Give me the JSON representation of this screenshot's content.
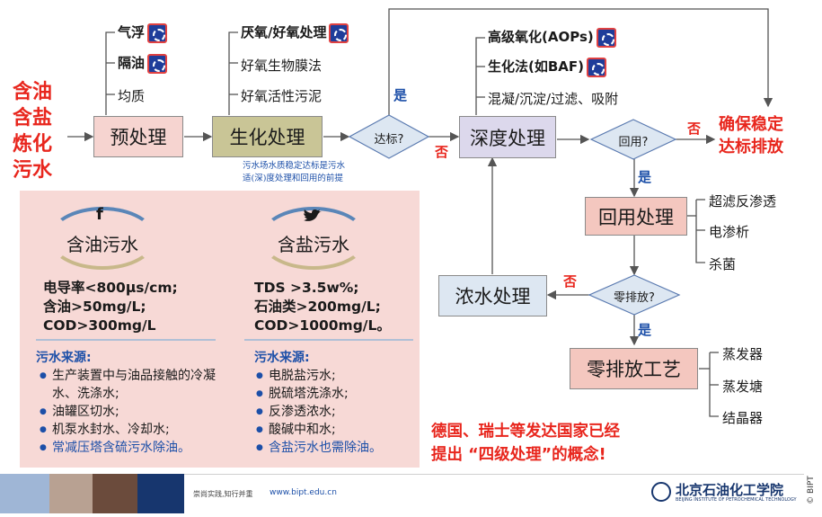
{
  "source": {
    "line1": "含油",
    "line2": "含盐",
    "line3": "炼化",
    "line4": "污水"
  },
  "boxes": {
    "pre": "预处理",
    "bio": "生化处理",
    "deep": "深度处理",
    "reuse": "回用处理",
    "conc": "浓水处理",
    "zero": "零排放工艺"
  },
  "diamonds": {
    "standard": "达标?",
    "reuse": "回用?",
    "zero": "零排放?"
  },
  "yes": "是",
  "no": "否",
  "target": {
    "line1": "确保稳定",
    "line2": "达标排放"
  },
  "pre_items": [
    "气浮",
    "隔油",
    "均质"
  ],
  "bio_items": [
    "厌氧/好氧处理",
    "好氧生物膜法",
    "好氧活性污泥"
  ],
  "deep_items": [
    "高级氧化(AOPs)",
    "生化法(如BAF)",
    "混凝/沉淀/过滤、吸附"
  ],
  "reuse_items": [
    "超滤反渗透",
    "电渗析",
    "杀菌"
  ],
  "zero_items": [
    "蒸发器",
    "蒸发塘",
    "结晶器"
  ],
  "note": {
    "line1": "污水场水质稳定达标是污水",
    "line2": "适(深)度处理和回用的前提"
  },
  "oil": {
    "icon": "f",
    "title": "含油污水",
    "specs": [
      "电导率<800μs/cm;",
      "含油>50mg/L;",
      "COD>300mg/L"
    ],
    "src_title": "污水来源:",
    "sources": [
      "生产装置中与油品接触的冷凝水、洗涤水;",
      "油罐区切水;",
      "机泵水封水、冷却水;",
      "常减压塔含硫污水除油。"
    ]
  },
  "salt": {
    "title": "含盐污水",
    "specs": [
      "TDS  >3.5w%;",
      "石油类>200mg/L;",
      "COD>1000mg/L。"
    ],
    "src_title": "污水来源:",
    "sources": [
      "电脱盐污水;",
      "脱硫塔洗涤水;",
      "反渗透浓水;",
      "酸碱中和水;",
      "含盐污水也需除油。"
    ]
  },
  "concept": {
    "line1": "德国、瑞士等发达国家已经",
    "line2": "提出  “四级处理”的概念!"
  },
  "footer": {
    "motto": "崇尚实践,知行并重",
    "url": "www.bipt.edu.cn",
    "school": "北京石油化工学院",
    "school_en": "BEIJING INSTITUTE OF PETROCHEMICAL TECHNOLOGY",
    "copyright": "© BIPT"
  },
  "colors": {
    "accent_red": "#e8261d",
    "accent_blue": "#1c4fa8"
  }
}
